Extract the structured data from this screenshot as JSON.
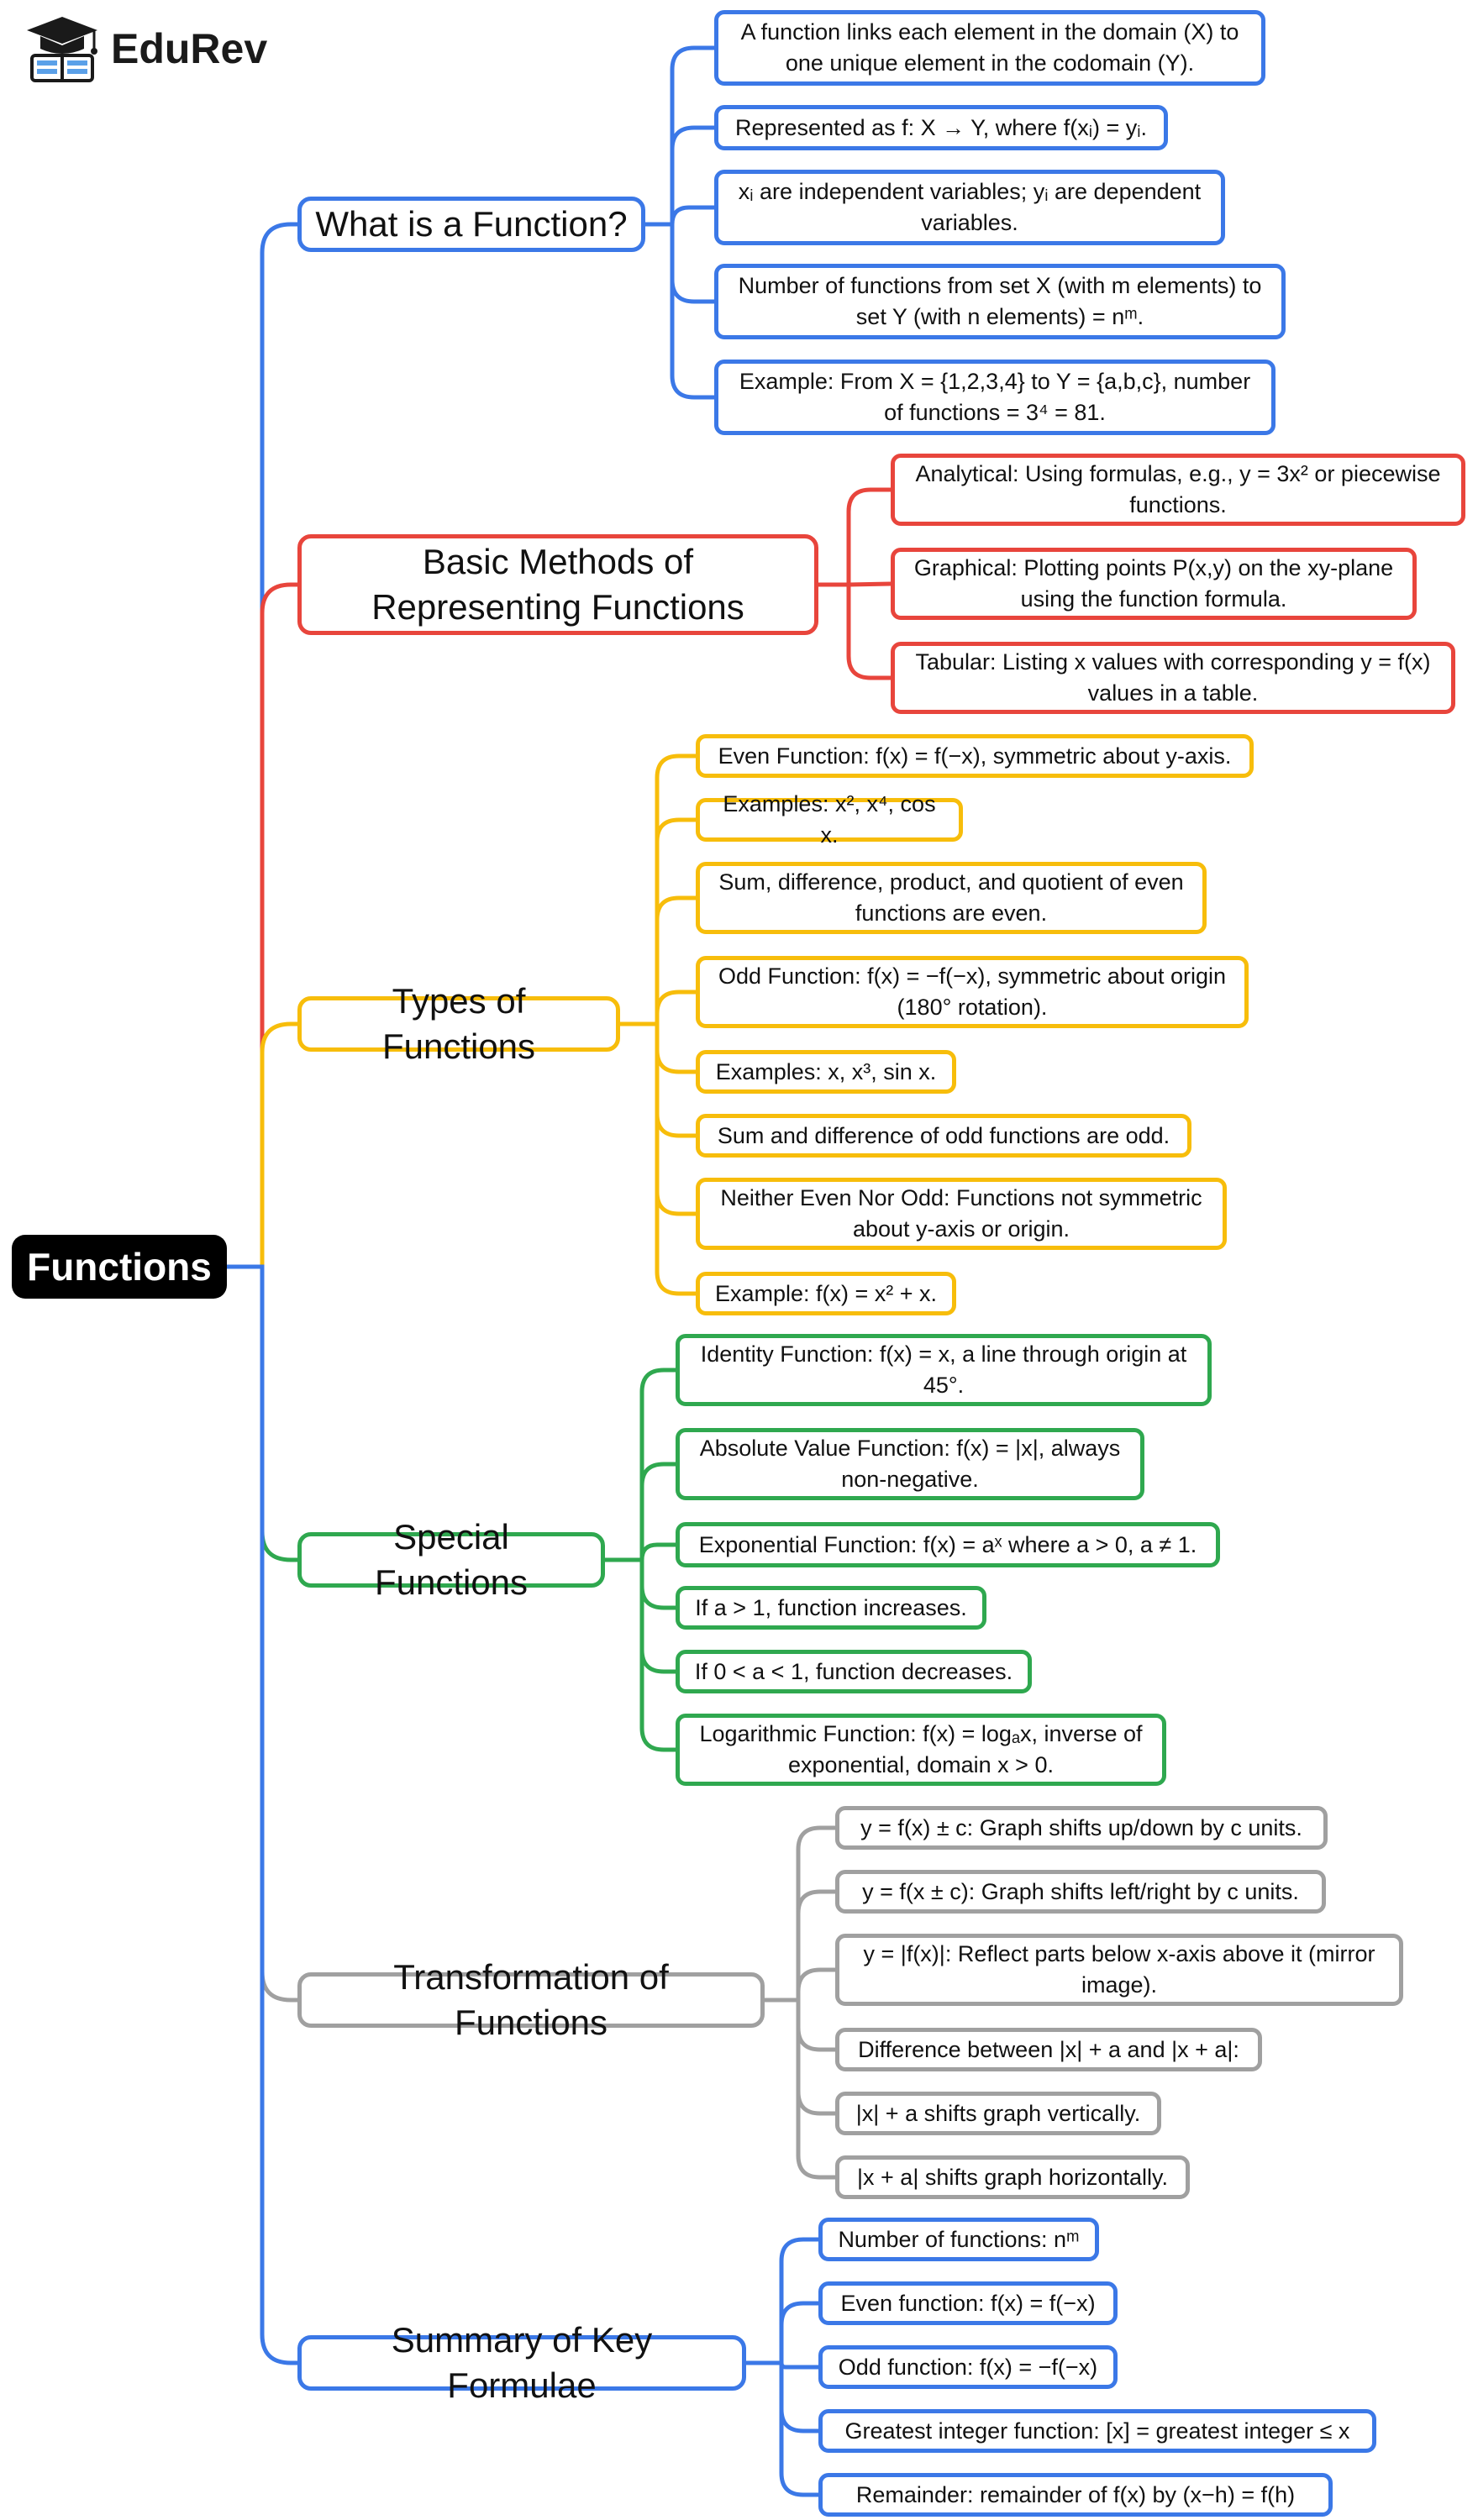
{
  "logo": {
    "text": "EduRev",
    "icon": "graduation-cap-book-icon"
  },
  "root": {
    "label": "Functions",
    "color": "#000000"
  },
  "branches": [
    {
      "label": "What is a Function?",
      "color": "#3b78e7",
      "items": [
        "A function links each element in the domain (X) to one unique element in the codomain (Y).",
        "Represented as f: X → Y, where f(xᵢ) = yᵢ.",
        "xᵢ are independent variables; yᵢ are dependent variables.",
        "Number of functions from set X (with m elements) to set Y (with n elements) = nᵐ.",
        "Example: From X = {1,2,3,4} to Y = {a,b,c}, number of functions = 3⁴ = 81."
      ]
    },
    {
      "label": "Basic Methods of Representing Functions",
      "color": "#e8453c",
      "items": [
        "Analytical: Using formulas, e.g., y = 3x² or piecewise functions.",
        "Graphical: Plotting points P(x,y) on the xy-plane using the function formula.",
        "Tabular: Listing x values with corresponding y = f(x) values in a table."
      ]
    },
    {
      "label": "Types of Functions",
      "color": "#f7bd0b",
      "items": [
        "Even Function: f(x) = f(−x), symmetric about y-axis.",
        "Examples: x², x⁴, cos x.",
        "Sum, difference, product, and quotient of even functions are even.",
        "Odd Function: f(x) = −f(−x), symmetric about origin (180° rotation).",
        "Examples: x, x³, sin x.",
        "Sum and difference of odd functions are odd.",
        "Neither Even Nor Odd: Functions not symmetric about y-axis or origin.",
        "Example: f(x) = x² + x."
      ]
    },
    {
      "label": "Special Functions",
      "color": "#2fa84f",
      "items": [
        "Identity Function: f(x) = x, a line through origin at 45°.",
        "Absolute Value Function: f(x) = |x|, always non-negative.",
        "Exponential Function: f(x) = aˣ where a > 0, a ≠ 1.",
        "If a > 1, function increases.",
        "If 0 < a < 1, function decreases.",
        "Logarithmic Function: f(x) = logₐx, inverse of exponential, domain x > 0."
      ]
    },
    {
      "label": "Transformation of Functions",
      "color": "#a0a0a0",
      "items": [
        "y = f(x) ± c: Graph shifts up/down by c units.",
        "y = f(x ± c): Graph shifts left/right by c units.",
        "y = |f(x)|: Reflect parts below x-axis above it (mirror image).",
        "Difference between |x| + a and |x + a|:",
        "|x| + a shifts graph vertically.",
        "|x + a| shifts graph horizontally."
      ]
    },
    {
      "label": "Summary of Key Formulae",
      "color": "#3b78e7",
      "items": [
        "Number of functions: nᵐ",
        "Even function: f(x) = f(−x)",
        "Odd function: f(x) = −f(−x)",
        "Greatest integer function: [x] = greatest integer ≤ x",
        "Remainder: remainder of f(x) by (x−h) = f(h)"
      ]
    }
  ]
}
